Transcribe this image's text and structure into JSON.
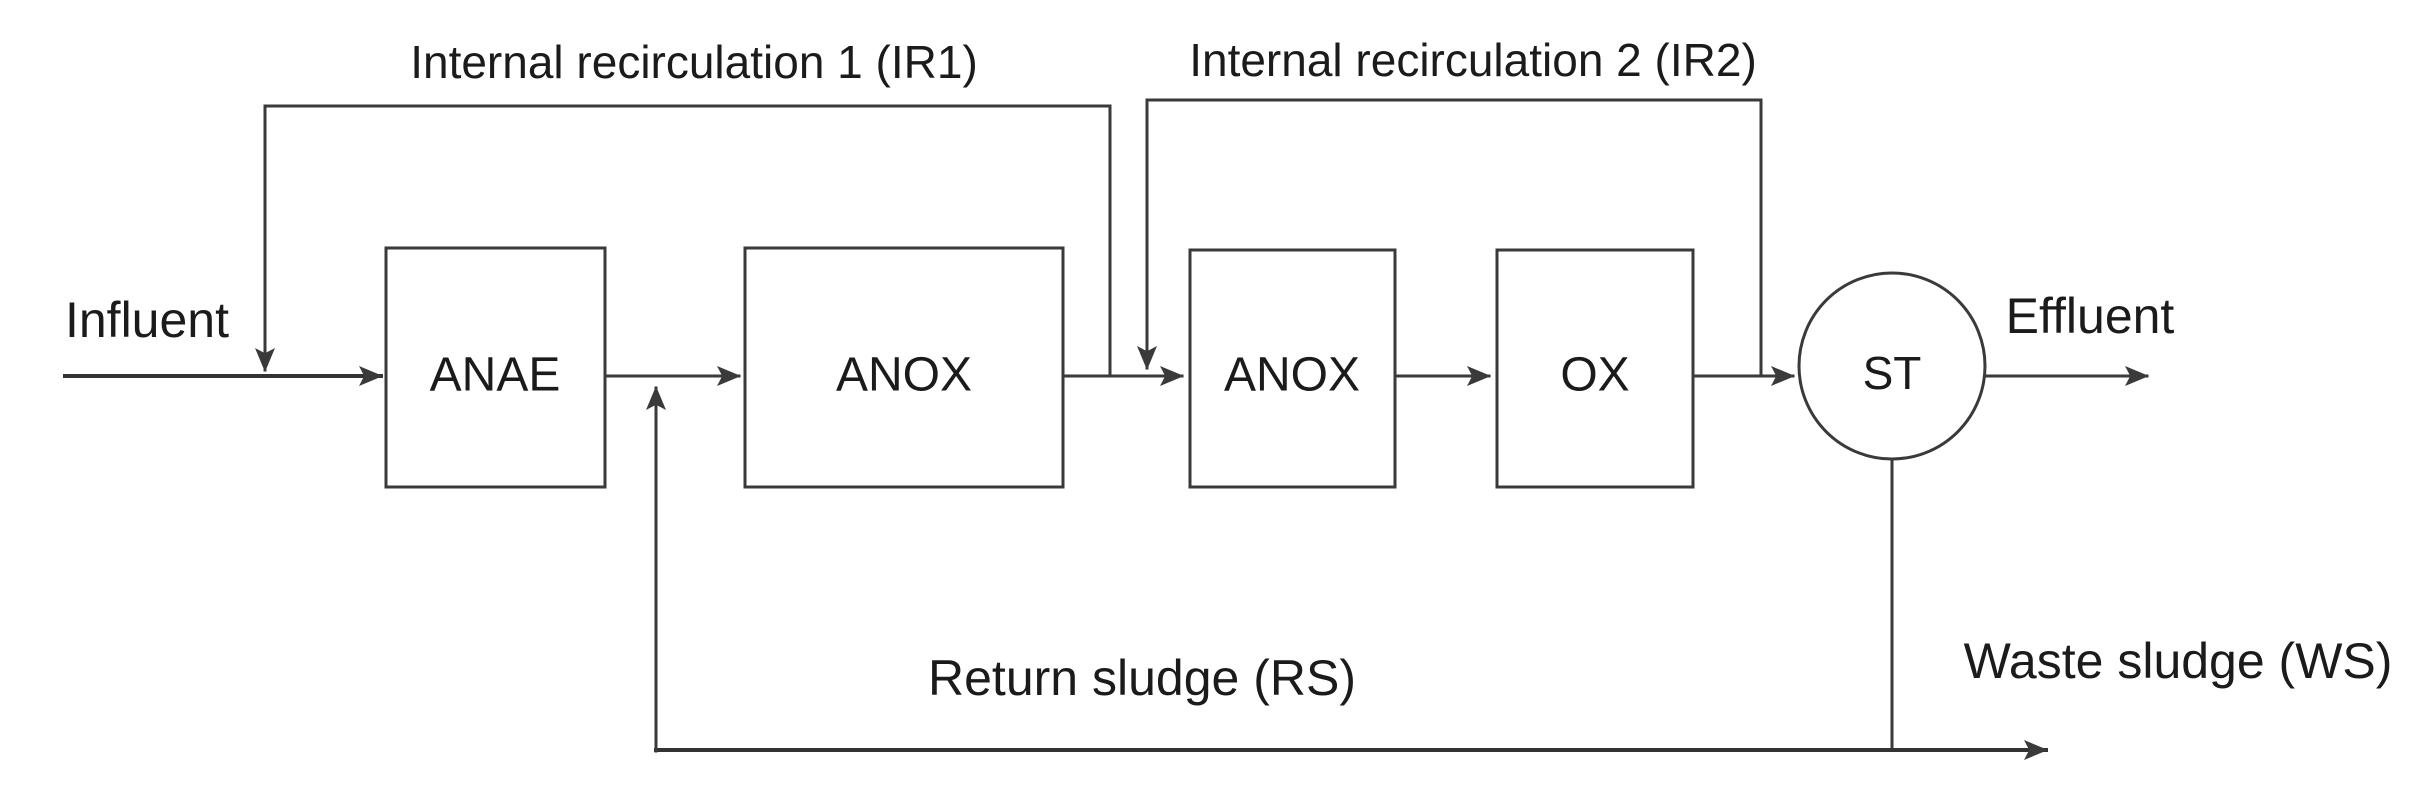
{
  "colors": {
    "background": "#ffffff",
    "line": "#3a3a3a",
    "text": "#1b1b1b"
  },
  "diagram": {
    "type": "process-flow",
    "description_visible_text_only": true,
    "nodes": [
      {
        "id": "anae",
        "label": "ANAE",
        "shape": "rect"
      },
      {
        "id": "anox1",
        "label": "ANOX",
        "shape": "rect"
      },
      {
        "id": "anox2",
        "label": "ANOX",
        "shape": "rect"
      },
      {
        "id": "ox",
        "label": "OX",
        "shape": "rect"
      },
      {
        "id": "st",
        "label": "ST",
        "shape": "circle"
      }
    ],
    "labels": {
      "influent": "Influent",
      "effluent": "Effluent",
      "ir1": "Internal recirculation 1 (IR1)",
      "ir2": "Internal recirculation 2 (IR2)",
      "return_sludge": "Return sludge (RS)",
      "waste_sludge": "Waste sludge (WS)"
    },
    "edges": [
      {
        "from": "influent",
        "to": "anae"
      },
      {
        "from": "anae",
        "to": "anox1"
      },
      {
        "from": "anox1",
        "to": "anox2"
      },
      {
        "from": "anox2",
        "to": "ox"
      },
      {
        "from": "ox",
        "to": "st"
      },
      {
        "from": "st",
        "to": "effluent"
      },
      {
        "from": "anox1-outlet",
        "to": "influent-line",
        "label_ref": "ir1"
      },
      {
        "from": "ox-outlet",
        "to": "anox2-inlet",
        "label_ref": "ir2"
      },
      {
        "from": "st-underflow",
        "to": "anae-outlet",
        "label_ref": "return_sludge"
      },
      {
        "from": "st-underflow",
        "to": "waste-outfall",
        "label_ref": "waste_sludge"
      }
    ]
  }
}
